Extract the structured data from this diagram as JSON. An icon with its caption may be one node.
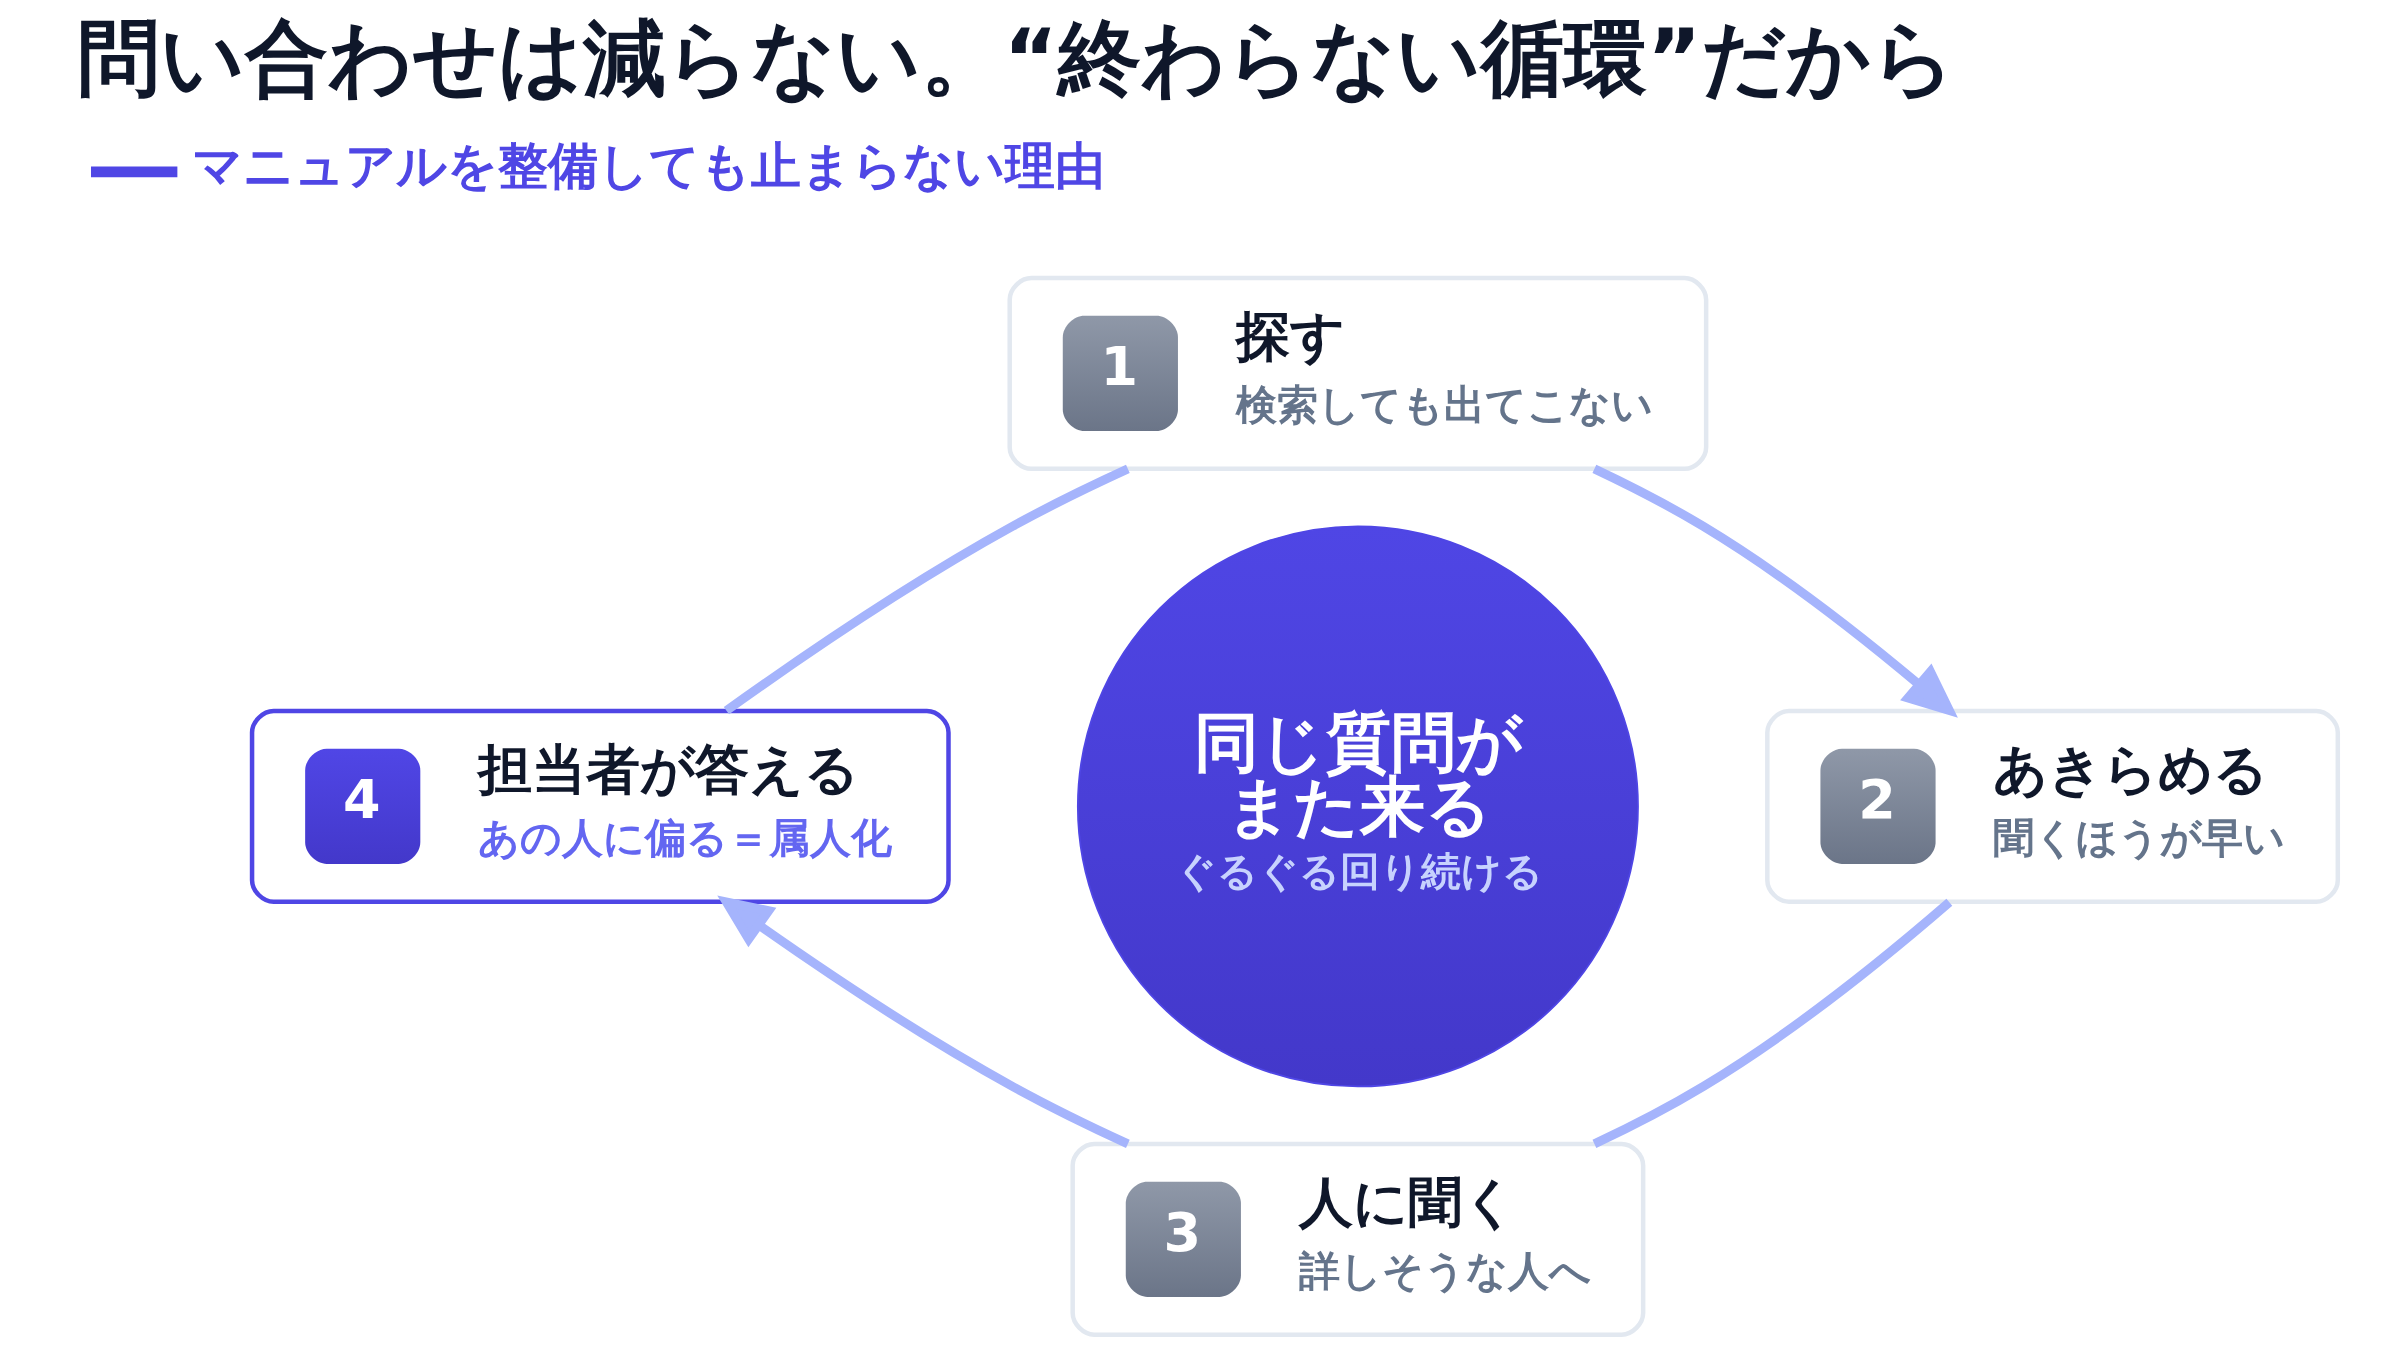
{
  "diagram": {
    "title": "問い合わせは減らない。“終わらない循環”だから",
    "nodes": [
      {
        "text": [
          "1",
          "探す",
          "検索しても出てこない"
        ]
      },
      {
        "text": [
          "4",
          "担当者が答える",
          "あの人に偏る＝属人化"
        ]
      },
      {
        "text": [
          "同じ質問がまた来る",
          "ぐるぐる回り続ける"
        ]
      },
      {
        "text": [
          "2",
          "あきらめる",
          "聞くほうが早い"
        ]
      },
      {
        "text": [
          "3",
          "人に聞く",
          "詳しそうな人へ"
        ]
      }
    ],
    "edges": [
      {
        "from": 0,
        "to": 3,
        "arrow": "to"
      },
      {
        "from": 3,
        "to": 4,
        "arrow": "none"
      },
      {
        "from": 4,
        "to": 1,
        "arrow": "to"
      },
      {
        "from": 1,
        "to": 0,
        "arrow": "none"
      }
    ],
    "labels": [
      "マニュアルを整備しても止まらない理由"
    ]
  }
}
